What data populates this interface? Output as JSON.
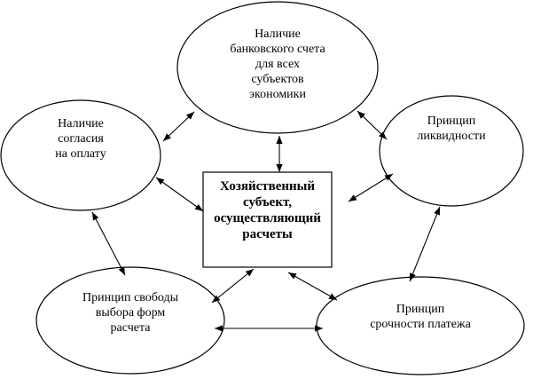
{
  "nodes": {
    "bank": "Наличие\nбанковского счета\nдля всех\nсубъектов\nэкономики",
    "consent": "Наличие\nсогласия\nна оплату",
    "liquidity": "Принцип\nликвидности",
    "freedom": "Принцип свободы\nвыбора форм\nрасчета",
    "urgency": "Принцип\nсрочности платежа",
    "center": "Хозяйственный\nсубъект,\nосуществляющий\nрасчеты"
  }
}
